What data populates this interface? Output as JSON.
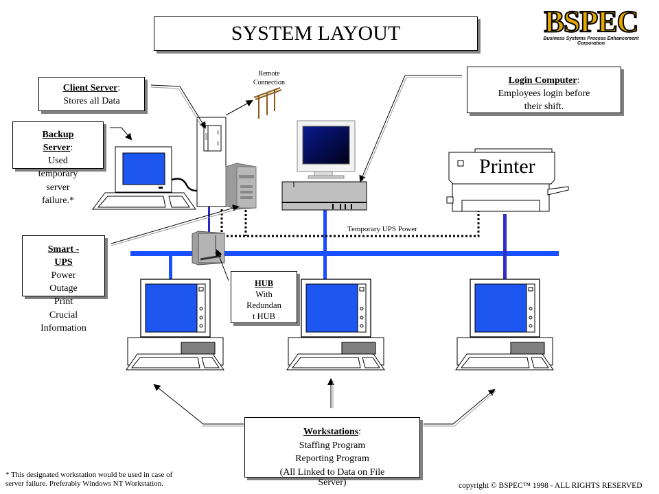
{
  "title": "SYSTEM LAYOUT",
  "logo": {
    "name": "BSPEC",
    "tagline": "Business Systems Process Enhancement Corporation"
  },
  "callouts": {
    "client_server": {
      "heading": "Client Server",
      "suffix": ":",
      "lines": [
        "Stores all Data"
      ]
    },
    "backup_server": {
      "heading_line1": "Backup",
      "heading_line2": "Server",
      "suffix": ":",
      "lines": [
        "Used",
        "temporary",
        "server",
        "failure.*"
      ]
    },
    "login_computer": {
      "heading": "Login Computer",
      "suffix": ":",
      "lines": [
        "Employees login before",
        "their shift."
      ]
    },
    "smart_ups": {
      "heading_line1": "Smart -",
      "heading_line2": "UPS",
      "lines": [
        "Power",
        "Outage",
        "Print",
        "Crucial",
        "Information"
      ]
    },
    "hub": {
      "heading": "HUB",
      "lines": [
        "With",
        "Redundan",
        "t HUB"
      ]
    },
    "workstations": {
      "heading": "Workstations",
      "suffix": ":",
      "lines": [
        "Staffing Program",
        "Reporting Program",
        "(All Linked to Data on File",
        "Server)"
      ]
    }
  },
  "labels": {
    "remote_connection_line1": "Remote",
    "remote_connection_line2": "Connection",
    "temporary_ups_power": "Temporary UPS Power",
    "printer": "Printer"
  },
  "footnote": {
    "line1": "* This designated workstation would be used in case of",
    "line2": "server failure.  Preferably Windows NT Workstation."
  },
  "copyright": "copyright © BSPEC™ 1998 - ALL RIGHTS RESERVED",
  "colors": {
    "network_blue": "#1a4fff",
    "screen_blue": "#1e56f0",
    "logo_gold": "#e6a800",
    "shadow_gray": "#808080"
  }
}
